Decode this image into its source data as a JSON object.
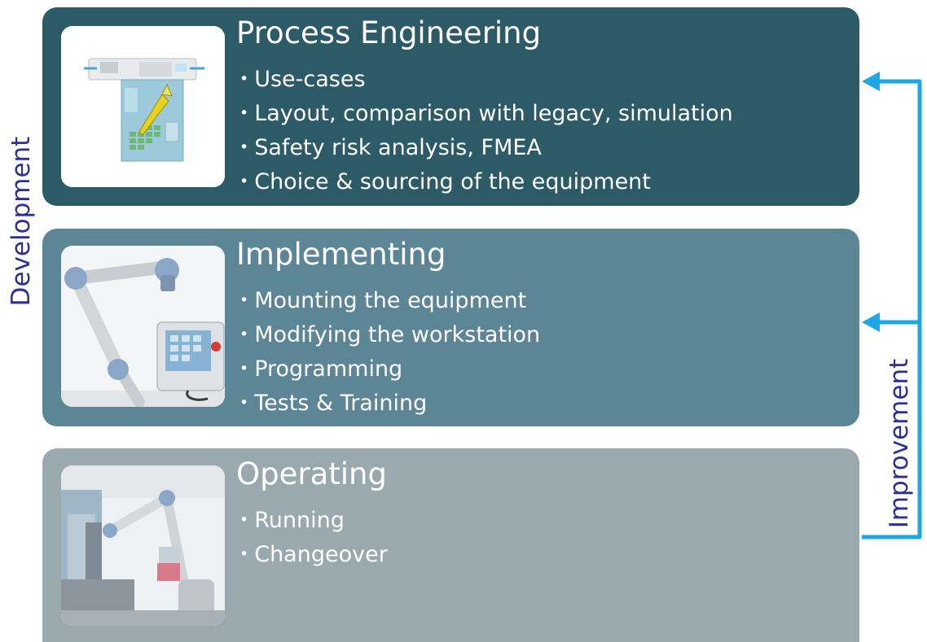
{
  "side_labels": {
    "left": "Development",
    "right": "Improvement"
  },
  "stages": [
    {
      "title": "Process Engineering",
      "items": [
        "Use-cases",
        "Layout, comparison with legacy, simulation",
        "Safety risk analysis, FMEA",
        "Choice & sourcing of the equipment"
      ]
    },
    {
      "title": "Implementing",
      "items": [
        "Mounting the equipment",
        "Modifying the workstation",
        "Programming",
        "Tests & Training"
      ]
    },
    {
      "title": "Operating",
      "items": [
        "Running",
        "Changeover"
      ]
    }
  ],
  "colors": {
    "process_engineering": "#2d5a67",
    "implementing": "#5c8595",
    "operating": "#9aa9ae",
    "labels": "#2e3192",
    "arrows": "#1ca8e8"
  }
}
